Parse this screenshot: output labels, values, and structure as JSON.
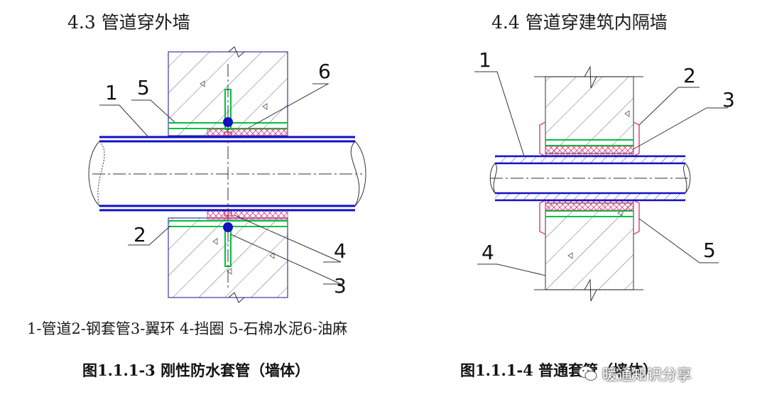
{
  "left": {
    "title": "4.3 管道穿外墙",
    "callouts": {
      "c1": "1",
      "c2": "2",
      "c3": "3",
      "c4": "4",
      "c5": "5",
      "c6": "6"
    },
    "legend": "1-管道2-钢套管3-翼环 4-挡圈 5-石棉水泥6-油麻",
    "caption": "图1.1.1-3 刚性防水套管（墙体）"
  },
  "right": {
    "title": "4.4 管道穿建筑内隔墙",
    "callouts": {
      "c1": "1",
      "c2": "2",
      "c3": "3",
      "c4": "4",
      "c5": "5"
    },
    "caption": "图1.1.1-4 普通套管（墙体）"
  },
  "watermark": {
    "text": "暖通知识分享",
    "icon": "wechat-icon"
  },
  "colors": {
    "pipe": "#1010c8",
    "sleeve": "#00c040",
    "filler": "#e0387a",
    "wall_hatch": "#555555",
    "wall_outline": "#3a3aa0"
  }
}
